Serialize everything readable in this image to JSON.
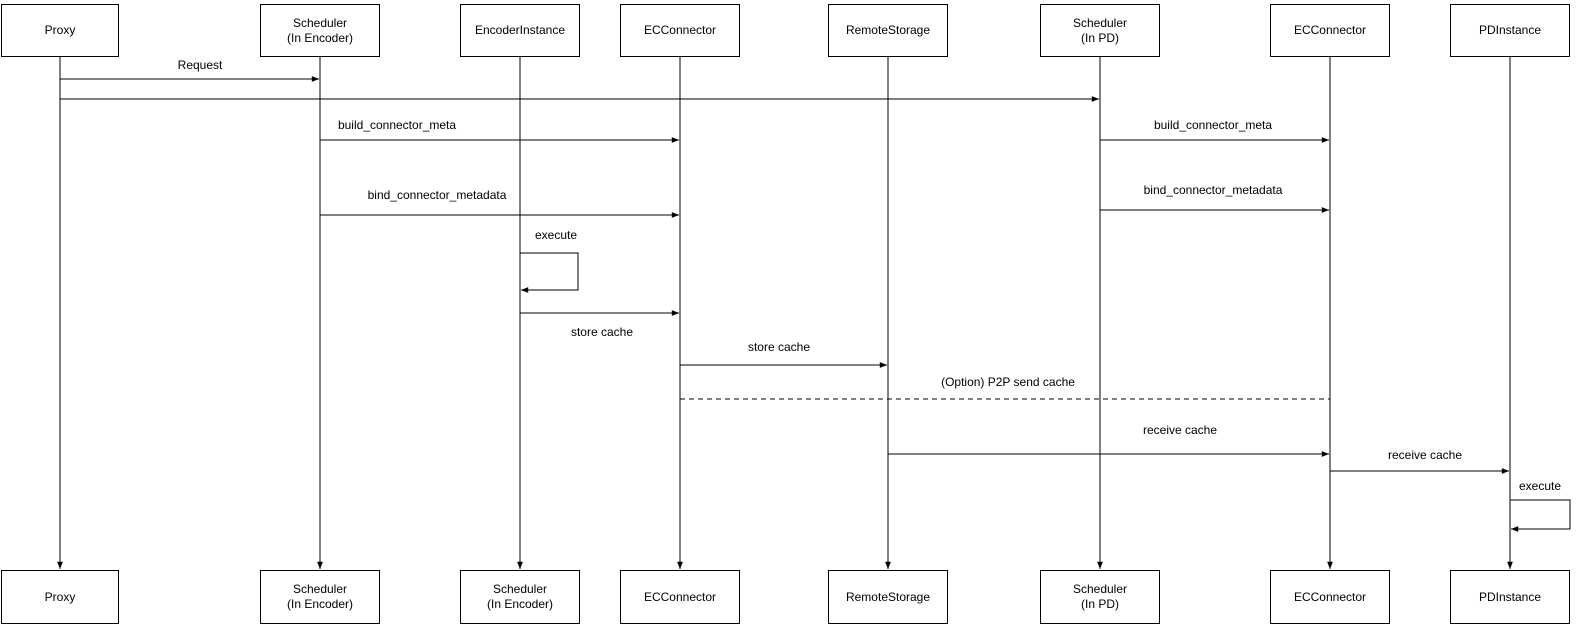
{
  "diagram_type": "uml-sequence-diagram",
  "colors": {
    "background": "#ffffff",
    "line": "#000000",
    "box_border": "#000000",
    "box_fill": "#ffffff",
    "text": "#000000"
  },
  "participants": {
    "top": [
      "Proxy",
      "Scheduler\n(In Encoder)",
      "EncoderInstance",
      "ECConnector",
      "RemoteStorage",
      "Scheduler\n(In PD)",
      "ECConnector",
      "PDInstance"
    ],
    "bottom": [
      "Proxy",
      "Scheduler\n(In Encoder)",
      "Scheduler\n(In Encoder)",
      "ECConnector",
      "RemoteStorage",
      "Scheduler\n(In PD)",
      "ECConnector",
      "PDInstance"
    ]
  },
  "messages": {
    "request": "Request",
    "build_connector_meta_encoder": "build_connector_meta",
    "bind_connector_metadata_encoder": "bind_connector_metadata",
    "execute_encoder": "execute",
    "store_cache_to_connector": "store cache",
    "store_cache_to_remote": "store cache",
    "p2p_send_cache": "(Option) P2P send cache",
    "build_connector_meta_pd": "build_connector_meta",
    "bind_connector_metadata_pd": "bind_connector_metadata",
    "receive_cache_from_remote": "receive cache",
    "receive_cache_to_pd": "receive cache",
    "execute_pd": "execute"
  }
}
